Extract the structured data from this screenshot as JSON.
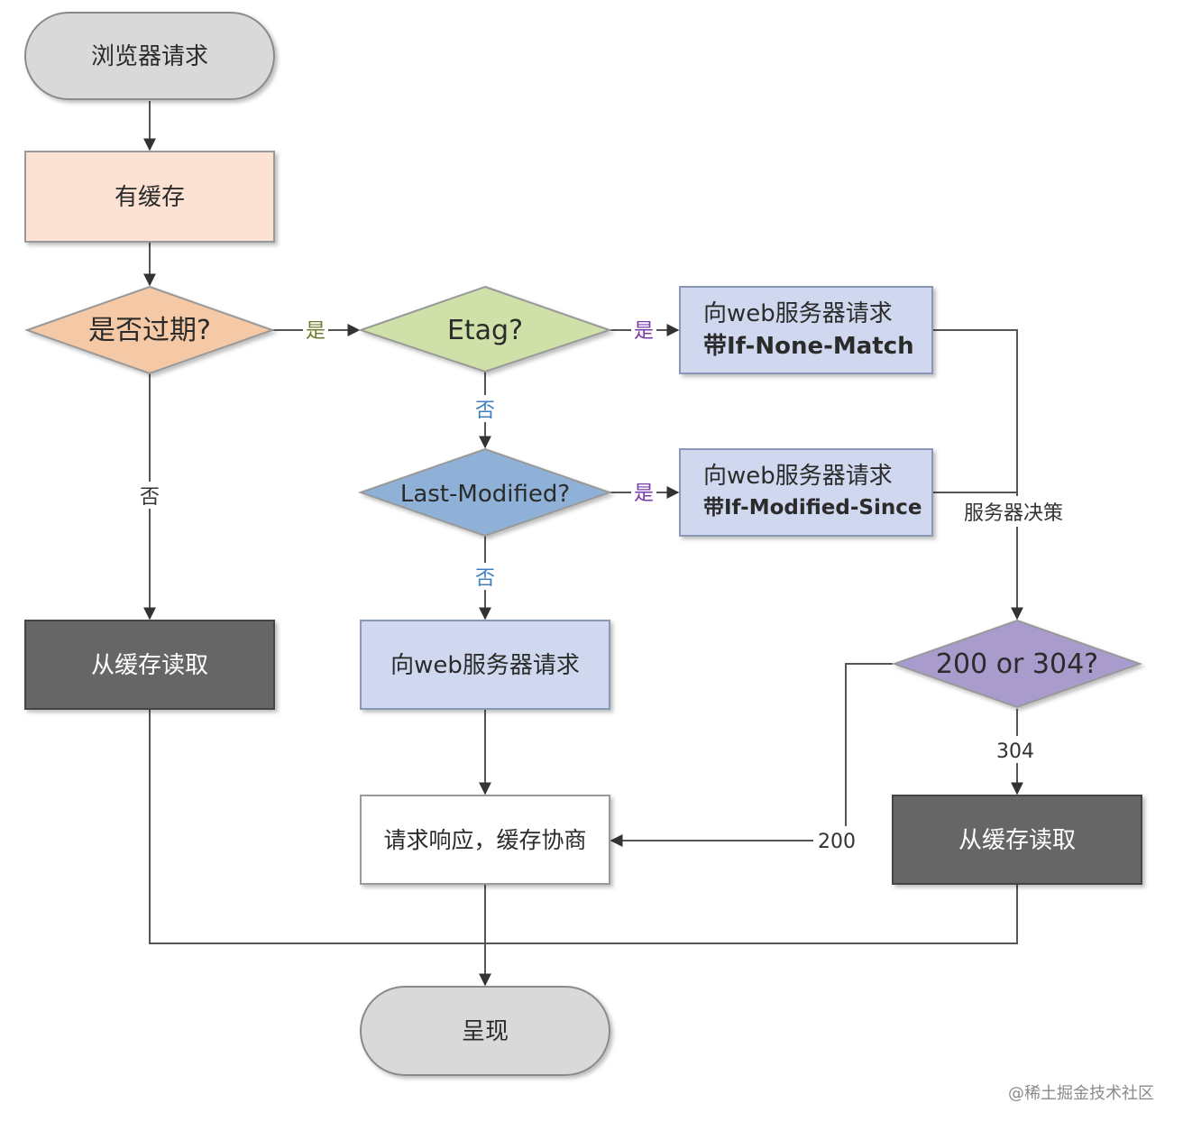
{
  "nodes": {
    "browser_request": "浏览器请求",
    "has_cache": "有缓存",
    "expired": "是否过期?",
    "etag": "Etag?",
    "if_none_match_line1": "向web服务器请求",
    "if_none_match_line2": "带If-None-Match",
    "last_modified": "Last-Modified?",
    "if_modified_since_line1": "向web服务器请求",
    "if_modified_since_line2": "带If-Modified-Since",
    "read_cache_left": "从缓存读取",
    "web_request": "向web服务器请求",
    "status_check": "200 or 304?",
    "response_negotiate": "请求响应，缓存协商",
    "read_cache_right": "从缓存读取",
    "render": "呈现"
  },
  "edges": {
    "yes_expired": "是",
    "yes_etag": "是",
    "yes_last_modified": "是",
    "no_expired": "否",
    "no_etag": "否",
    "no_last_modified": "否",
    "server_decision": "服务器决策",
    "code_304": "304",
    "code_200": "200"
  },
  "watermark": "@稀土掘金技术社区",
  "colors": {
    "terminal_fill": "#d9d9d9",
    "cache_fill": "#fbe2d3",
    "expired_fill": "#f5c9a6",
    "etag_fill": "#cfe0a8",
    "request_fill": "#cfd8ee",
    "last_modified_fill": "#8fb1d8",
    "read_cache_fill": "#666666",
    "status_fill": "#a99ccd",
    "response_fill": "#ffffff",
    "yes_green": "#6b7d2a",
    "yes_purple": "#7a3aa8",
    "no_blue": "#3f7fbf"
  }
}
